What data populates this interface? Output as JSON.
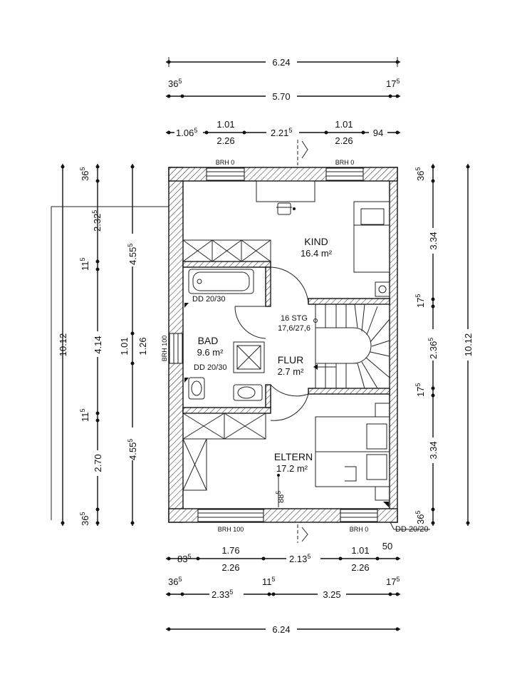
{
  "dims": {
    "top_total_1": "6.24",
    "top_left_wall": "36",
    "top_left_wall_sup": "5",
    "top_mid": "5.70",
    "top_right_wall": "17",
    "top_right_wall_sup": "5",
    "top_w1": "1.06",
    "top_w1_sup": "5",
    "top_win1": "1.01",
    "top_open1": "2.26",
    "top_mid2": "2.21",
    "top_mid2_sup": "5",
    "top_win2": "1.01",
    "top_open2": "2.26",
    "top_94": "94",
    "left_1": "36",
    "left_1_sup": "5",
    "left_2": "2.32",
    "left_2_sup": "5",
    "left_3": "11",
    "left_3_sup": "5",
    "left_4": "4.14",
    "left_5": "11",
    "left_5_sup": "5",
    "left_6": "2.70",
    "left_7": "36",
    "left_7_sup": "5",
    "left_total": "10.12",
    "left_b1": "4.55",
    "left_b1_sup": "5",
    "left_b2": "1.01",
    "left_b3": "1.26",
    "left_b4": "4.55",
    "left_b4_sup": "5",
    "right_1": "36",
    "right_1_sup": "5",
    "right_2": "3.34",
    "right_3": "17",
    "right_3_sup": "5",
    "right_4": "2.36",
    "right_4_sup": "5",
    "right_5": "17",
    "right_5_sup": "5",
    "right_6": "3.34",
    "right_7": "36",
    "right_7_sup": "5",
    "right_total": "10.12",
    "bot_83": "83",
    "bot_83_sup": "5",
    "bot_win1": "1.76",
    "bot_open1": "2.26",
    "bot_mid": "2.13",
    "bot_mid_sup": "5",
    "bot_win2": "1.01",
    "bot_open2": "2.26",
    "bot_50": "50",
    "bot_left_wall": "36",
    "bot_left_wall_sup": "5",
    "bot_w1": "2.33",
    "bot_w1_sup": "5",
    "bot_inner": "11",
    "bot_inner_sup": "5",
    "bot_w2": "3.25",
    "bot_right_wall": "17",
    "bot_right_wall_sup": "5",
    "bot_total": "6.24"
  },
  "labels": {
    "brh_top_left": "BRH 0",
    "brh_top_right": "BRH 0",
    "brh_left": "BRH 100",
    "brh_bottom_left": "BRH 100",
    "brh_bottom_right": "BRH 0",
    "dd_bath_top": "DD 20/30",
    "dd_bath_mid": "DD 20/30",
    "dd_bottom_right": "DD 20/20",
    "stair_count": "16 STG",
    "stair_size": "17,6/27,6",
    "height_88": "88",
    "height_88_sup": "5"
  },
  "rooms": {
    "kind_name": "KIND",
    "kind_area": "16.4 m²",
    "bad_name": "BAD",
    "bad_area": "9.6 m²",
    "flur_name": "FLUR",
    "flur_area": "2.7 m²",
    "eltern_name": "ELTERN",
    "eltern_area": "17.2 m²"
  }
}
